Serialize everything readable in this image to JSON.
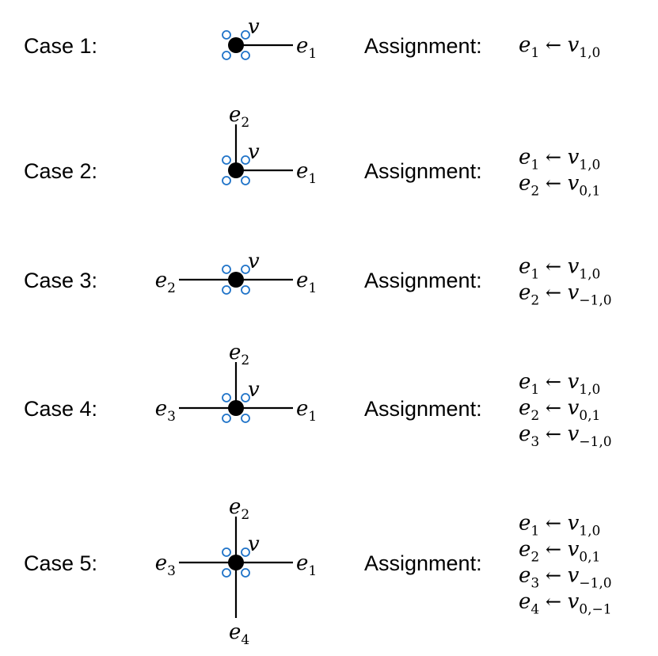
{
  "assignment_label": "Assignment:",
  "node_label": "v",
  "cases": [
    {
      "label": "Case 1:",
      "edges": [
        {
          "dir": "right",
          "name": "e",
          "sub": "1"
        }
      ],
      "assignments": [
        {
          "lhs": "e",
          "lhs_sub": "1",
          "rhs": "v",
          "rhs_sub": "1,0"
        }
      ]
    },
    {
      "label": "Case 2:",
      "edges": [
        {
          "dir": "right",
          "name": "e",
          "sub": "1"
        },
        {
          "dir": "up",
          "name": "e",
          "sub": "2"
        }
      ],
      "assignments": [
        {
          "lhs": "e",
          "lhs_sub": "1",
          "rhs": "v",
          "rhs_sub": "1,0"
        },
        {
          "lhs": "e",
          "lhs_sub": "2",
          "rhs": "v",
          "rhs_sub": "0,1"
        }
      ]
    },
    {
      "label": "Case 3:",
      "edges": [
        {
          "dir": "right",
          "name": "e",
          "sub": "1"
        },
        {
          "dir": "left",
          "name": "e",
          "sub": "2"
        }
      ],
      "assignments": [
        {
          "lhs": "e",
          "lhs_sub": "1",
          "rhs": "v",
          "rhs_sub": "1,0"
        },
        {
          "lhs": "e",
          "lhs_sub": "2",
          "rhs": "v",
          "rhs_sub": "−1,0"
        }
      ]
    },
    {
      "label": "Case 4:",
      "edges": [
        {
          "dir": "right",
          "name": "e",
          "sub": "1"
        },
        {
          "dir": "up",
          "name": "e",
          "sub": "2"
        },
        {
          "dir": "left",
          "name": "e",
          "sub": "3"
        }
      ],
      "assignments": [
        {
          "lhs": "e",
          "lhs_sub": "1",
          "rhs": "v",
          "rhs_sub": "1,0"
        },
        {
          "lhs": "e",
          "lhs_sub": "2",
          "rhs": "v",
          "rhs_sub": "0,1"
        },
        {
          "lhs": "e",
          "lhs_sub": "3",
          "rhs": "v",
          "rhs_sub": "−1,0"
        }
      ]
    },
    {
      "label": "Case 5:",
      "edges": [
        {
          "dir": "right",
          "name": "e",
          "sub": "1"
        },
        {
          "dir": "up",
          "name": "e",
          "sub": "2"
        },
        {
          "dir": "left",
          "name": "e",
          "sub": "3"
        },
        {
          "dir": "down",
          "name": "e",
          "sub": "4"
        }
      ],
      "assignments": [
        {
          "lhs": "e",
          "lhs_sub": "1",
          "rhs": "v",
          "rhs_sub": "1,0"
        },
        {
          "lhs": "e",
          "lhs_sub": "2",
          "rhs": "v",
          "rhs_sub": "0,1"
        },
        {
          "lhs": "e",
          "lhs_sub": "3",
          "rhs": "v",
          "rhs_sub": "−1,0"
        },
        {
          "lhs": "e",
          "lhs_sub": "4",
          "rhs": "v",
          "rhs_sub": "0,−1"
        }
      ]
    }
  ]
}
